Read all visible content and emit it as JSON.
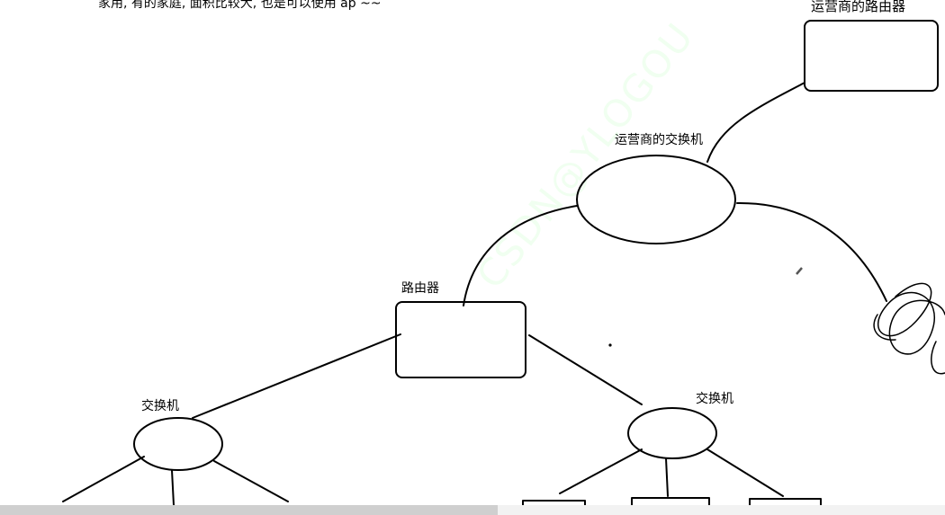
{
  "note": "家用, 有的家庭, 面积比较大, 也是可以使用 ap ~~",
  "labels": {
    "isp_router": "运营商的路由器",
    "isp_switch": "运营商的交换机",
    "router": "路由器",
    "switch_left": "交换机",
    "switch_right": "交换机"
  },
  "watermark": "CSDN@YLOGOU",
  "colors": {
    "stroke": "#000000",
    "background": "#ffffff",
    "accent": "#f06a2a"
  }
}
